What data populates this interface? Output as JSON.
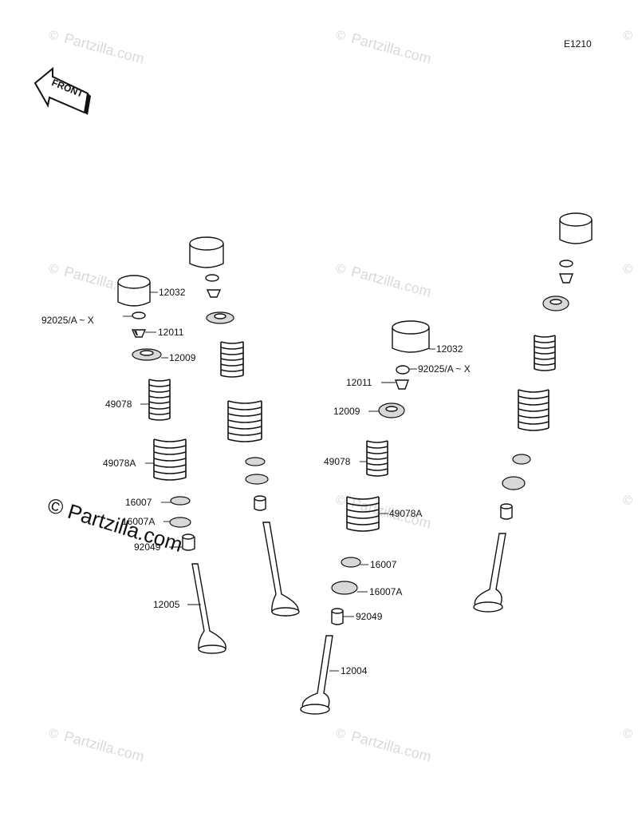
{
  "diagram_code": "E1210",
  "front_arrow": {
    "text": "FRONT"
  },
  "watermark": {
    "symbol": "©",
    "text": "Partzilla.com",
    "big_text": "© Partzilla.com",
    "color": "#d9d9d9"
  },
  "labels": {
    "l_12032": "12032",
    "l_92025": "92025/A ~ X",
    "l_12011": "12011",
    "l_12009": "12009",
    "l_49078": "49078",
    "l_49078A": "49078A",
    "l_16007": "16007",
    "l_16007A": "16007A",
    "l_92049": "92049",
    "l_12005": "12005",
    "r_12032": "12032",
    "r_92025": "92025/A ~ X",
    "r_12011": "12011",
    "r_12009": "12009",
    "r_49078": "49078",
    "r_49078A": "49078A",
    "r_16007": "16007",
    "r_16007A": "16007A",
    "r_92049": "92049",
    "r_12004": "12004"
  }
}
